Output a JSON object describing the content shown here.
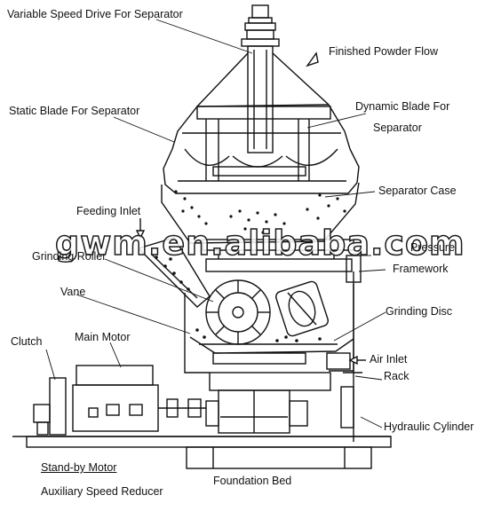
{
  "labels": {
    "variable_speed_drive": "Variable Speed Drive For Separator",
    "finished_powder_flow": "Finished Powder Flow",
    "static_blade": "Static Blade For Separator",
    "dynamic_blade_line1": "Dynamic Blade For",
    "dynamic_blade_line2": "Separator",
    "separator_case": "Separator Case",
    "feeding_inlet": "Feeding Inlet",
    "pressure_partial": "Pressure",
    "framework": "Framework",
    "grinding_roller": "Grinding Roller",
    "vane": "Vane",
    "grinding_disc": "Grinding Disc",
    "clutch": "Clutch",
    "main_motor": "Main Motor",
    "air_inlet": "Air Inlet",
    "rack": "Rack",
    "hydraulic_cylinder": "Hydraulic Cylinder",
    "standby_motor": "Stand-by Motor",
    "auxiliary_speed_reducer": "Auxiliary Speed Reducer",
    "foundation_bed": "Foundation Bed"
  },
  "watermark": "gwm.en.alibaba.com"
}
